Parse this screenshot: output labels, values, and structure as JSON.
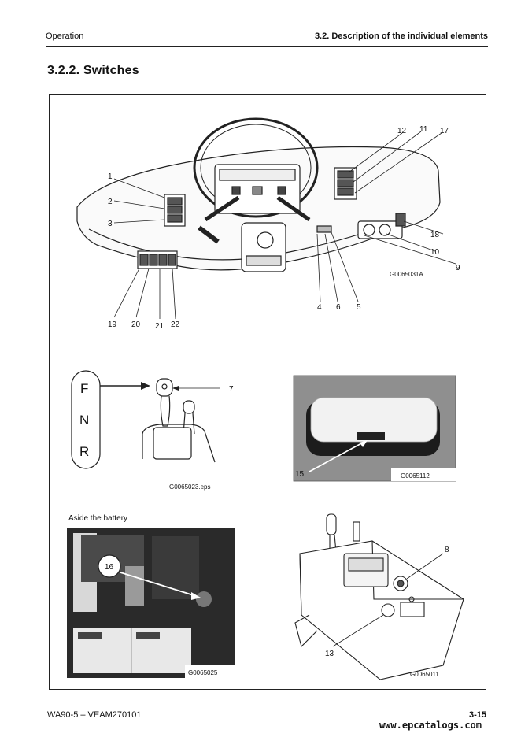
{
  "header": {
    "left": "Operation",
    "right": "3.2.  Description of the individual elements"
  },
  "section_title": "3.2.2.   Switches",
  "dashboard": {
    "callouts": [
      "1",
      "2",
      "3",
      "4",
      "5",
      "6",
      "9",
      "10",
      "11",
      "12",
      "17",
      "18",
      "19",
      "20",
      "21",
      "22"
    ],
    "figure_id": "G0065031A"
  },
  "shifter": {
    "letters": [
      "F",
      "N",
      "R"
    ],
    "callout": "7",
    "figure_id": "G0065023.eps"
  },
  "lamp": {
    "callout": "15",
    "figure_id": "G0065112"
  },
  "battery": {
    "caption": "Aside the battery",
    "callout": "16",
    "figure_id": "G0065025"
  },
  "console": {
    "callouts": [
      "8",
      "13"
    ],
    "figure_id": "G0065011"
  },
  "footer": {
    "left": "WA90-5 – VEAM270101",
    "right": "3-15"
  },
  "watermark": "www.epcatalogs.com"
}
